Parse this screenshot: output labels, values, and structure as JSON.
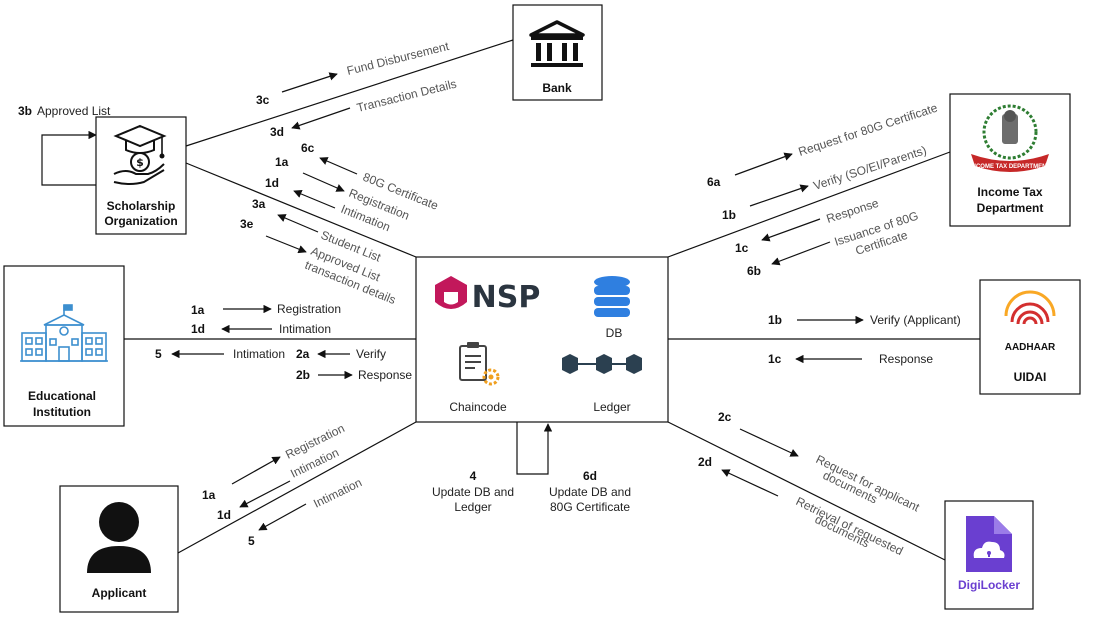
{
  "nodes": {
    "bank": "Bank",
    "scholarship_l1": "Scholarship",
    "scholarship_l2": "Organization",
    "income_tax_l1": "Income Tax",
    "income_tax_l2": "Department",
    "income_tax_logo_text": "INCOME TAX DEPARTMENT",
    "educational_l1": "Educational",
    "educational_l2": "Institution",
    "uidai": "UIDAI",
    "aadhaar_logo_text": "AADHAAR",
    "applicant": "Applicant",
    "digilocker": "DigiLocker",
    "nsp": "NSP",
    "db": "DB",
    "chaincode": "Chaincode",
    "ledger": "Ledger"
  },
  "loop": {
    "step": "3b",
    "label": "Approved List"
  },
  "bank_flows": {
    "fund_step": "3c",
    "fund_label": "Fund Disbursement",
    "txn_step": "3d",
    "txn_label": "Transaction Details"
  },
  "scholarship_flows": {
    "s6c": "6c",
    "l6c": "80G Certificate",
    "s1a": "1a",
    "l1a": "Registration",
    "s1d": "1d",
    "l1d": "Intimation",
    "s3a": "3a",
    "l3a": "Student List",
    "s3e": "3e",
    "l3e_1": "Approved List",
    "l3e_2": "transaction details"
  },
  "income_tax_flows": {
    "s6a": "6a",
    "l6a": "Request for 80G Certificate",
    "s1b": "1b",
    "l1b": "Verify (SO/EI/Parents)",
    "s1c": "1c",
    "l1c": "Response",
    "s6b": "6b",
    "l6b_1": "Issuance of 80G",
    "l6b_2": "Certificate"
  },
  "educational_flows": {
    "s1a": "1a",
    "l1a": "Registration",
    "s1d": "1d",
    "l1d": "Intimation",
    "s5": "5",
    "l5": "Intimation",
    "s2a": "2a",
    "l2a": "Verify",
    "s2b": "2b",
    "l2b": "Response"
  },
  "uidai_flows": {
    "s1b": "1b",
    "l1b": "Verify (Applicant)",
    "s1c": "1c",
    "l1c": "Response"
  },
  "applicant_flows": {
    "s1a": "1a",
    "l1a": "Registration",
    "s1d": "1d",
    "l1d": "Intimation",
    "s5": "5",
    "l5": "Intimation"
  },
  "digilocker_flows": {
    "s2c": "2c",
    "l2c_1": "Request for applicant",
    "l2c_2": "documents",
    "s2d": "2d",
    "l2d_1": "Retrieval of requested",
    "l2d_2": "documents"
  },
  "self_loop": {
    "s4": "4",
    "l4_1": "Update DB and",
    "l4_2": "Ledger",
    "s6d": "6d",
    "l6d_1": "Update DB and",
    "l6d_2": "80G Certificate"
  },
  "colors": {
    "nsp_pink": "#c2185b",
    "db_blue": "#2f7fe0",
    "income_tax_red": "#c62828",
    "aadhaar_red": "#d32f2f",
    "aadhaar_yellow": "#f9a825",
    "school_blue": "#3d8fcf",
    "digilocker_purple": "#6a3fd0",
    "ledger_dark": "#2b4050"
  }
}
